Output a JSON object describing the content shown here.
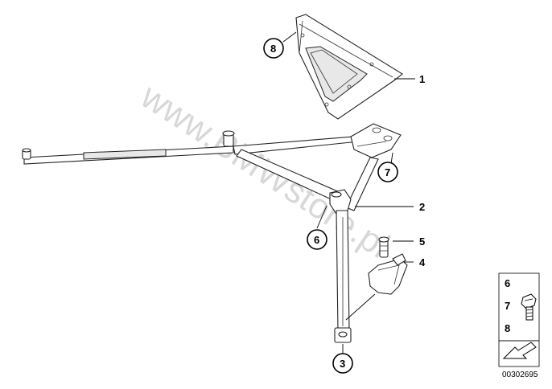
{
  "watermark": "www.BMWstore.pl",
  "callouts": {
    "c1": "1",
    "c2": "2",
    "c3": "3",
    "c4": "4",
    "c5": "5",
    "c6": "6",
    "c7": "7",
    "c8": "8"
  },
  "legend": {
    "items": [
      "6",
      "7",
      "8"
    ]
  },
  "diagram_code": "00302695"
}
